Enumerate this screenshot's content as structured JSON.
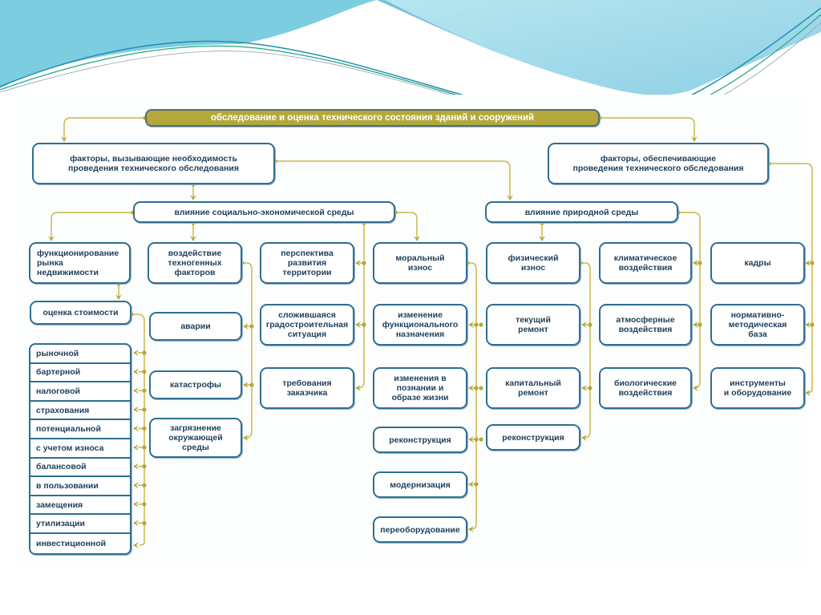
{
  "colors": {
    "box_border": "#2f6e92",
    "root_fill": "#b4a83c",
    "connector": "#c9b94a",
    "text": "#1d3f5c",
    "wave_light": "#a7dde9",
    "wave_mid": "#7cc3df"
  },
  "root": {
    "label": "обследование и оценка технического состояния зданий и сооружений"
  },
  "level1": {
    "causes": {
      "label": "факторы, вызывающие необходимость\nпроведения технического обследования"
    },
    "enablers": {
      "label": "факторы, обеспечивающие\nпроведения технического обследования"
    }
  },
  "level2": {
    "socio_economic": {
      "label": "влияние социально-экономической среды"
    },
    "natural": {
      "label": "влияние природной среды"
    }
  },
  "market": {
    "label": "функционирование\nрынка\nнедвижимости",
    "valuation": {
      "label": "оценка стоимости"
    },
    "value_types": [
      "рыночной",
      "бартерной",
      "налоговой",
      "страхования",
      "потенциальной",
      "с учетом износа",
      "балансовой",
      "в пользовании",
      "замещения",
      "утилизации",
      "инвестиционной"
    ]
  },
  "technogenic": {
    "label": "воздействие\nтехногенных\nфакторов",
    "children": [
      "аварии",
      "катастрофы",
      "загрязнение\nокружающей\nсреды"
    ]
  },
  "territory": {
    "label": "перспектива\nразвития\nтерритории",
    "children": [
      "сложившаяся\nградостроительная\nситуация",
      "требования\nзаказчика"
    ]
  },
  "moral_wear": {
    "label": "моральный\nизнос",
    "children": [
      "изменение\nфункционального\nназначения",
      "изменения в\nпознании и\nобразе жизни",
      "реконструкция",
      "модернизация",
      "переоборудование"
    ]
  },
  "physical_wear": {
    "label": "физический\nизнос",
    "children": [
      "текущий\nремонт",
      "капитальный\nремонт",
      "реконструкция"
    ]
  },
  "climate": {
    "label": "климатическое\nвоздействия",
    "children": [
      "атмосферные\nвоздействия",
      "биологические\nвоздействия"
    ]
  },
  "resources": {
    "items": [
      "кадры",
      "нормативно-\nметодическая\nбаза",
      "инструменты\nи оборудование"
    ]
  }
}
